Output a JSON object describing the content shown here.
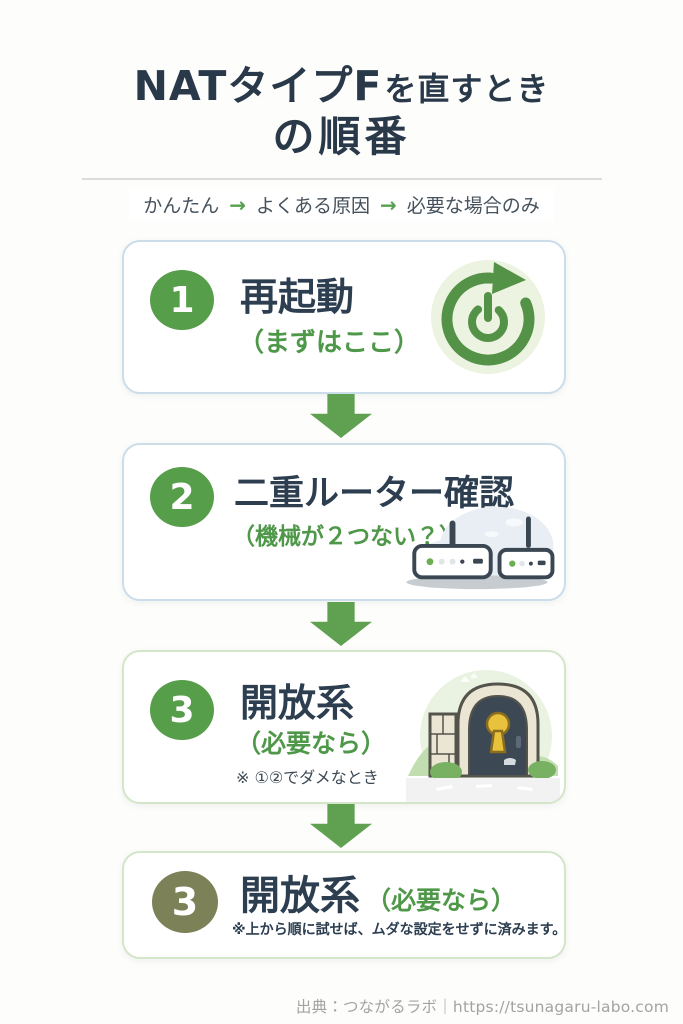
{
  "header": {
    "title_main": "NATタイプF",
    "title_suffix": "を直すとき",
    "title_line2": "の順番",
    "subtitle": {
      "item1": "かんたん",
      "item2": "よくある原因",
      "item3": "必要な場合のみ",
      "arrow": "→"
    }
  },
  "steps": [
    {
      "number": "1",
      "title": "再起動",
      "subtitle": "（まずはここ）",
      "icon": "restart-power-icon"
    },
    {
      "number": "2",
      "title": "二重ルーター確認",
      "subtitle": "（機械が２つない？）",
      "icon": "two-routers-illustration"
    },
    {
      "number": "3",
      "title": "開放系",
      "subtitle": "（必要なら）",
      "caption": "※ ①②でダメなとき",
      "icon": "tunnel-gate-illustration"
    },
    {
      "number": "3",
      "title": "開放系",
      "subtitle": "（必要なら）",
      "caption": "※上から順に試せば、ムダな設定をせずに済みます。"
    }
  ],
  "footer": {
    "credit": "出典：つながるラボ｜https://tsunagaru-labo.com"
  },
  "colors": {
    "accent_green": "#579e4b",
    "olive_badge": "#7c8157",
    "arrow_green": "#60a151",
    "text_navy": "#2c3e50",
    "text_green": "#4f9849",
    "card_border_blue": "#cbdde9",
    "card_border_green": "#d3e6c9",
    "background": "#fdfdfb",
    "footer_gray": "#a3a3a3"
  }
}
